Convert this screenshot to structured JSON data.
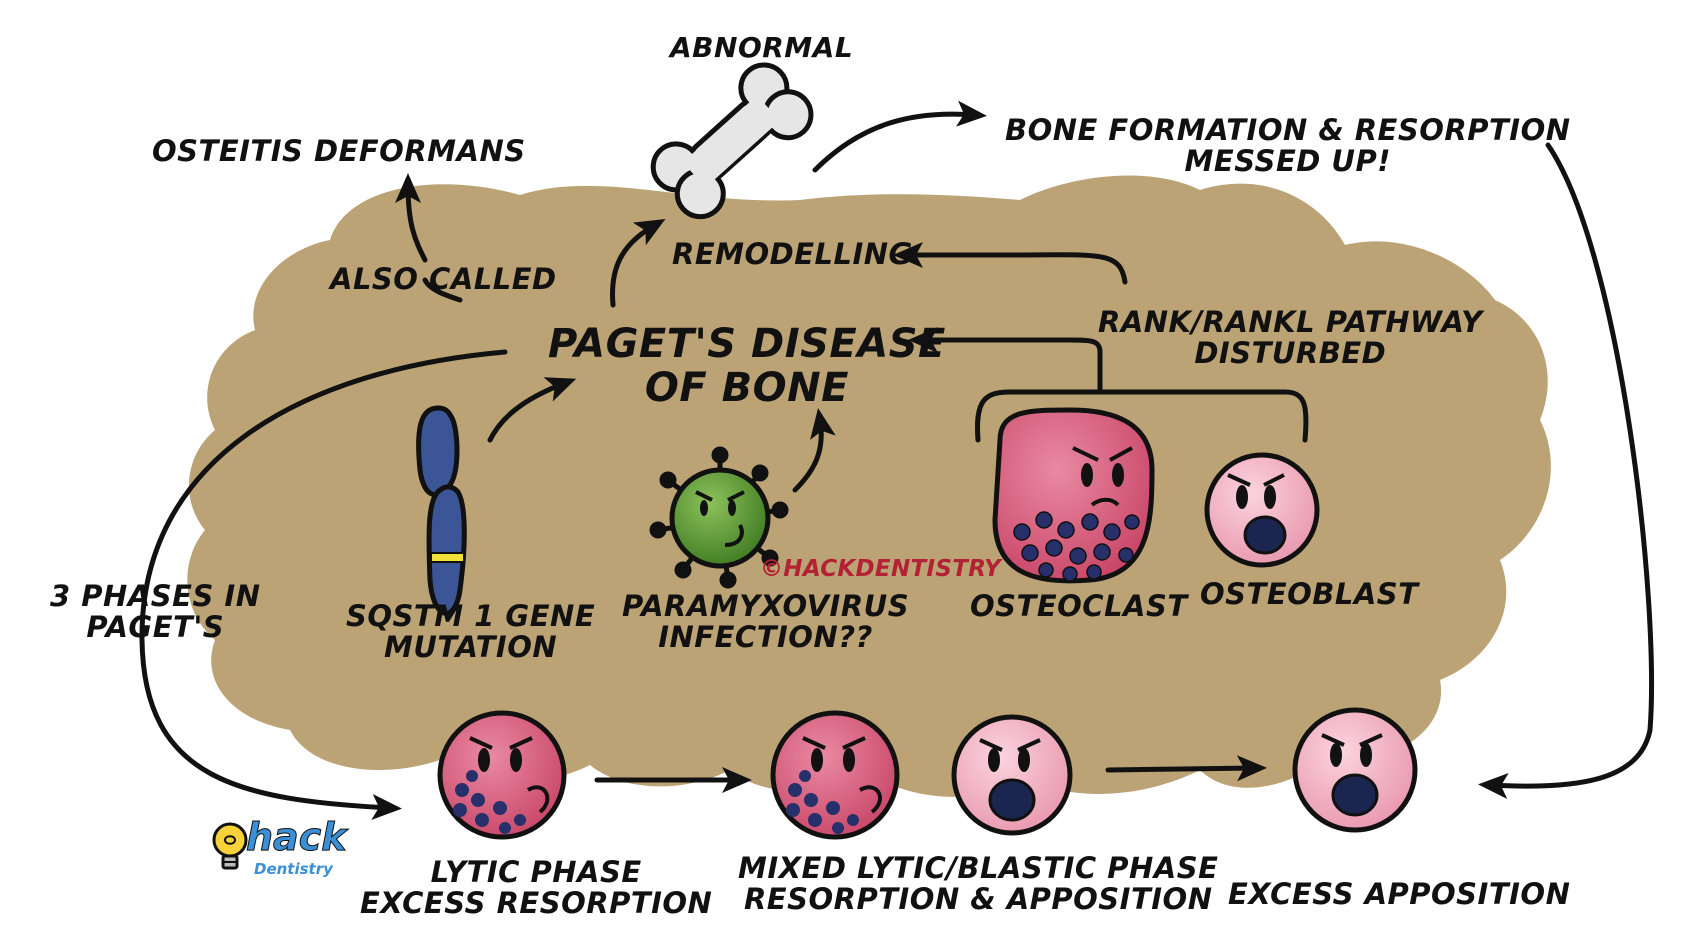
{
  "labels": {
    "abnormal": "ABNORMAL",
    "osteitis_deformans": "OSTEITIS DEFORMANS",
    "bone_formation_resorption": "BONE FORMATION & RESORPTION",
    "messed_up": "MESSED UP!",
    "remodelling": "REMODELLING",
    "also_called": "ALSO CALLED",
    "pagets_line1": "PAGET'S DISEASE",
    "pagets_line2": "OF BONE",
    "rank_line1": "RANK/RANKL PATHWAY",
    "rank_line2": "DISTURBED",
    "three_phases_line1": "3 PHASES IN",
    "three_phases_line2": "PAGET'S",
    "sqstm_line1": "SQSTM 1 GENE",
    "sqstm_line2": "MUTATION",
    "paramyxo_line1": "PARAMYXOVIRUS",
    "paramyxo_line2": "INFECTION??",
    "osteoclast": "OSTEOCLAST",
    "osteoblast": "OSTEOBLAST",
    "lytic_line1": "LYTIC PHASE",
    "lytic_line2": "EXCESS RESORPTION",
    "mixed_line1": "MIXED LYTIC/BLASTIC PHASE",
    "mixed_line2": "RESORPTION & APPOSITION",
    "excess_apposition": "EXCESS APPOSITION"
  },
  "copyright": "©HACKDENTISTRY",
  "logo": {
    "text": "hack",
    "subtext": "Dentistry"
  },
  "colors": {
    "background_blob": "#bca376",
    "ink": "#111111",
    "osteoclast_fill": "#d9607e",
    "osteoclast_dots": "#27306a",
    "osteoblast_fill": "#f4b8c8",
    "osteoblast_mouth": "#1a2550",
    "virus_fill": "#5f9c3a",
    "chromosome_fill": "#3c5596",
    "chromosome_band": "#f2e13a",
    "bone_fill": "#e6e6e6",
    "copyright_color": "#b22234",
    "logo_blue": "#3a8fd6",
    "logo_yellow": "#f7d23a"
  },
  "icons": [
    "bone-icon",
    "chromosome-icon",
    "virus-icon",
    "osteoclast-icon",
    "osteoblast-icon",
    "lightbulb-logo-icon"
  ]
}
